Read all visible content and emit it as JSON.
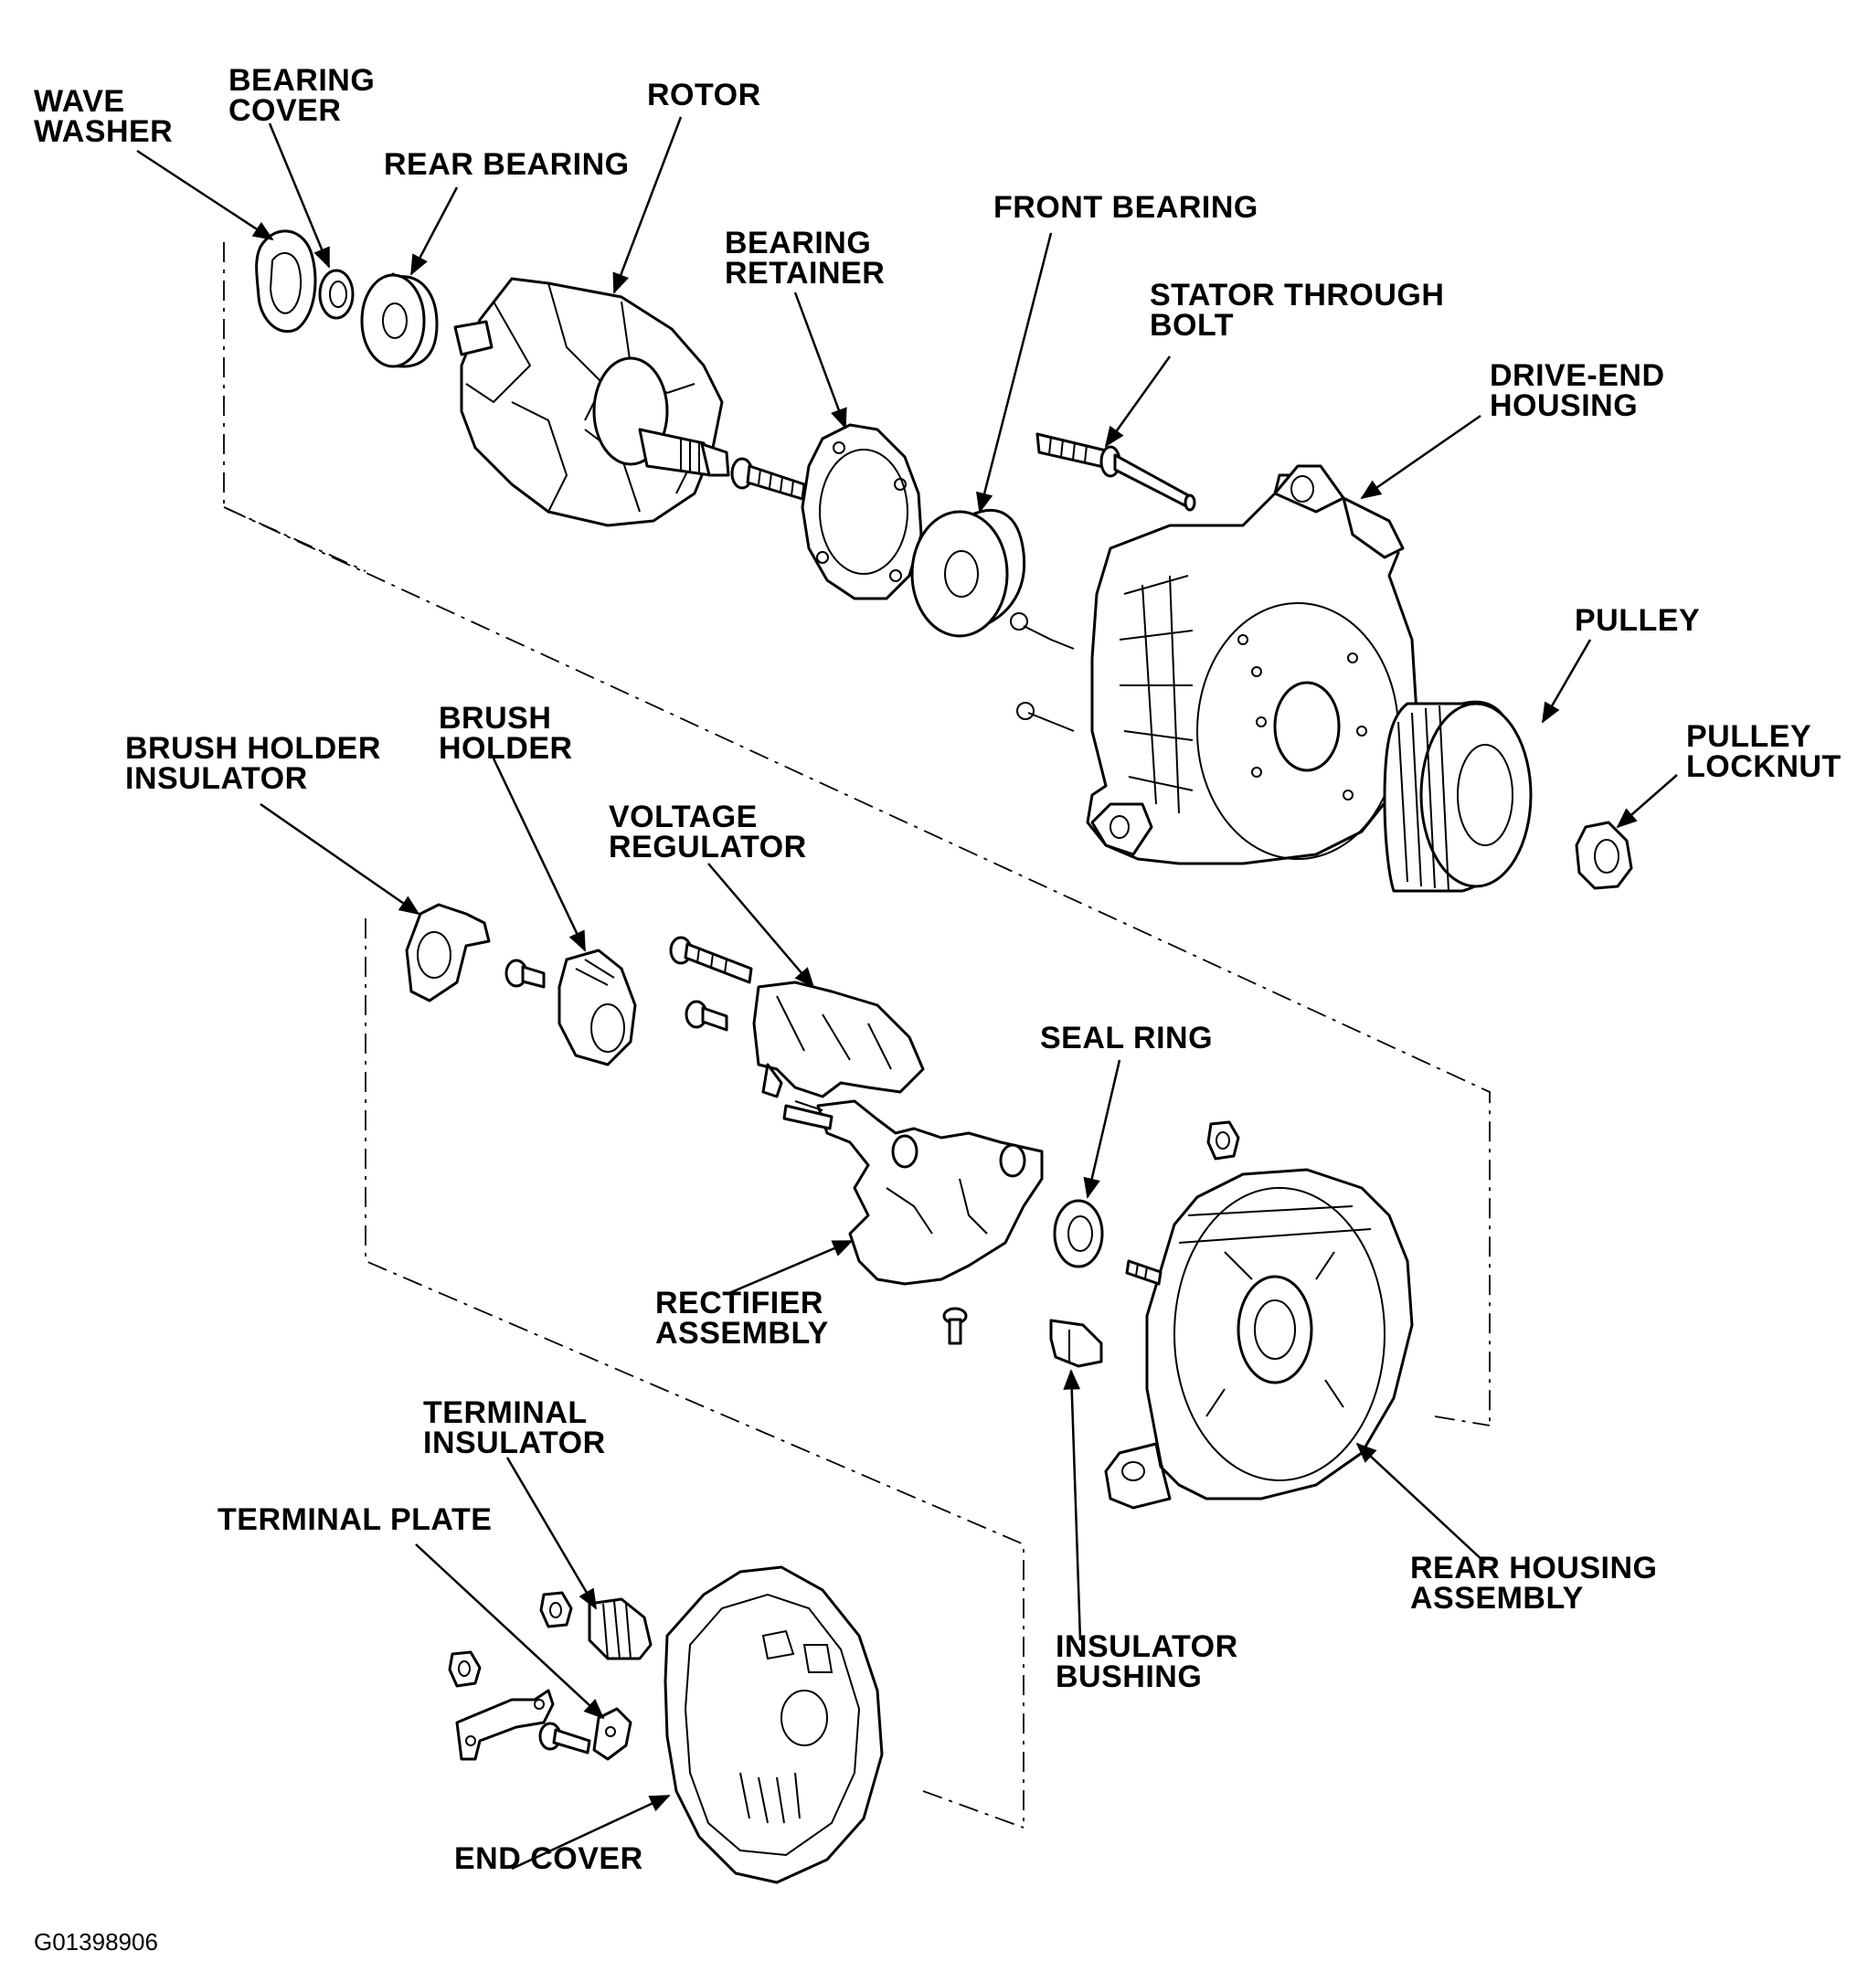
{
  "labels": {
    "wave_washer": "WAVE\nWASHER",
    "bearing_cover": "BEARING\nCOVER",
    "rear_bearing": "REAR BEARING",
    "rotor": "ROTOR",
    "bearing_retainer": "BEARING\nRETAINER",
    "front_bearing": "FRONT BEARING",
    "stator_through_bolt": "STATOR THROUGH\nBOLT",
    "drive_end_housing": "DRIVE-END\nHOUSING",
    "pulley": "PULLEY",
    "pulley_locknut": "PULLEY\nLOCKNUT",
    "brush_holder_insulator": "BRUSH HOLDER\nINSULATOR",
    "brush_holder": "BRUSH\nHOLDER",
    "voltage_regulator": "VOLTAGE\nREGULATOR",
    "seal_ring": "SEAL RING",
    "rectifier_assembly": "RECTIFIER\nASSEMBLY",
    "terminal_insulator": "TERMINAL\nINSULATOR",
    "terminal_plate": "TERMINAL PLATE",
    "end_cover": "END COVER",
    "insulator_bushing": "INSULATOR\nBUSHING",
    "rear_housing_assembly": "REAR HOUSING\nASSEMBLY"
  },
  "figure_code": "G01398906"
}
